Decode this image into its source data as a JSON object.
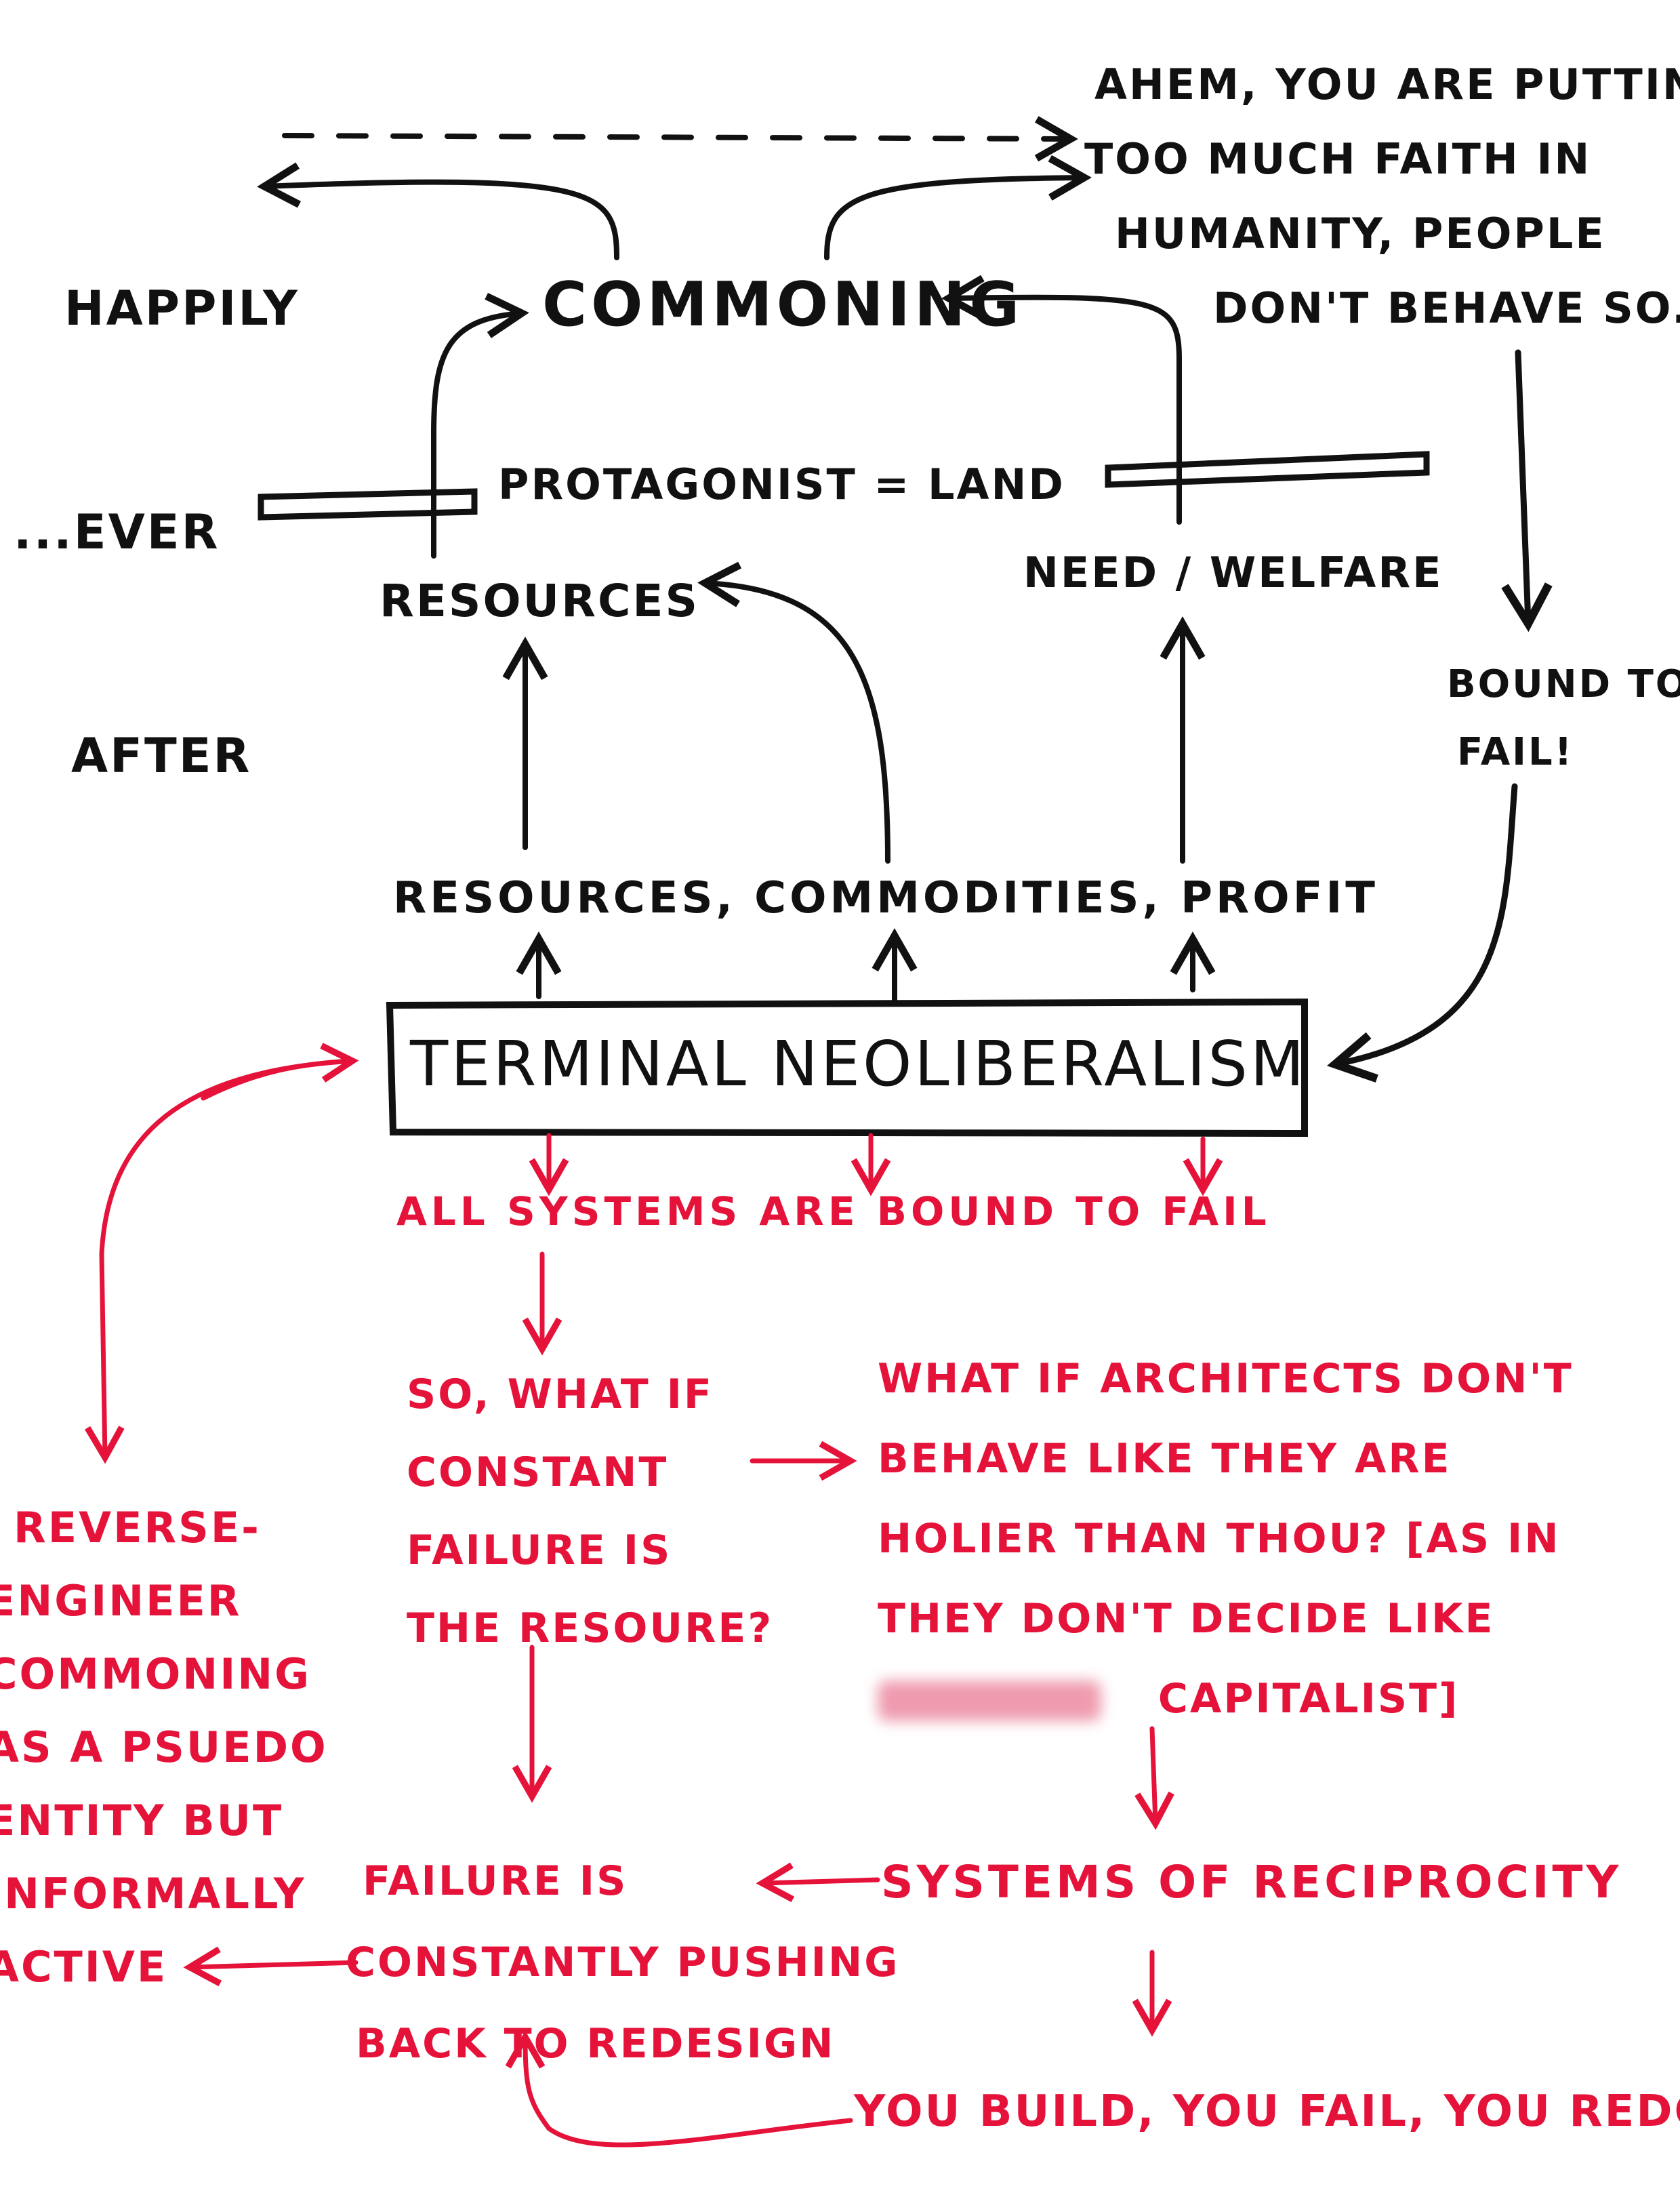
{
  "colors": {
    "ink": "#111111",
    "accent": "#e5123a",
    "background": "#ffffff"
  },
  "top": {
    "happily_ever_after": [
      "HAPPILY",
      "...EVER",
      "AFTER"
    ],
    "commoning": "COMMONING",
    "skeptic_note": [
      "AHEM, YOU ARE PUTTIN",
      "TOO MUCH FAITH IN",
      "HUMANITY, PEOPLE",
      "DON'T BEHAVE SO."
    ],
    "protagonist": "PROTAGONIST = LAND",
    "resources": "RESOURCES",
    "need_welfare": "NEED / WELFARE",
    "bound_to_fail": [
      "BOUND TO",
      "FAIL!"
    ],
    "rcp": "RESOURCES, COMMODITIES, PROFIT",
    "terminal": "TERMINAL NEOLIBERALISM"
  },
  "bottom": {
    "all_systems": "ALL SYSTEMS ARE BOUND TO FAIL",
    "so_what_if": [
      "SO, WHAT IF",
      "CONSTANT",
      "FAILURE IS",
      "THE RESOURE?"
    ],
    "architects": [
      "WHAT IF ARCHITECTS DON'T",
      "BEHAVE LIKE THEY ARE",
      "HOLIER THAN THOU? [AS IN",
      "THEY DON'T DECIDE LIKE"
    ],
    "architects_last_visible": "CAPITALIST]",
    "reverse_engineer": [
      "REVERSE-",
      "ENGINEER",
      "COMMONING",
      "AS A PSUEDO",
      "ENTITY BUT",
      "INFORMALLY",
      "ACTIVE"
    ],
    "failure_pushing": [
      "FAILURE IS",
      "CONSTANTLY PUSHING",
      "BACK TO REDESIGN"
    ],
    "reciprocity": "SYSTEMS OF RECIPROCITY",
    "build_fail_redo": "YOU BUILD, YOU FAIL, YOU REDO"
  }
}
